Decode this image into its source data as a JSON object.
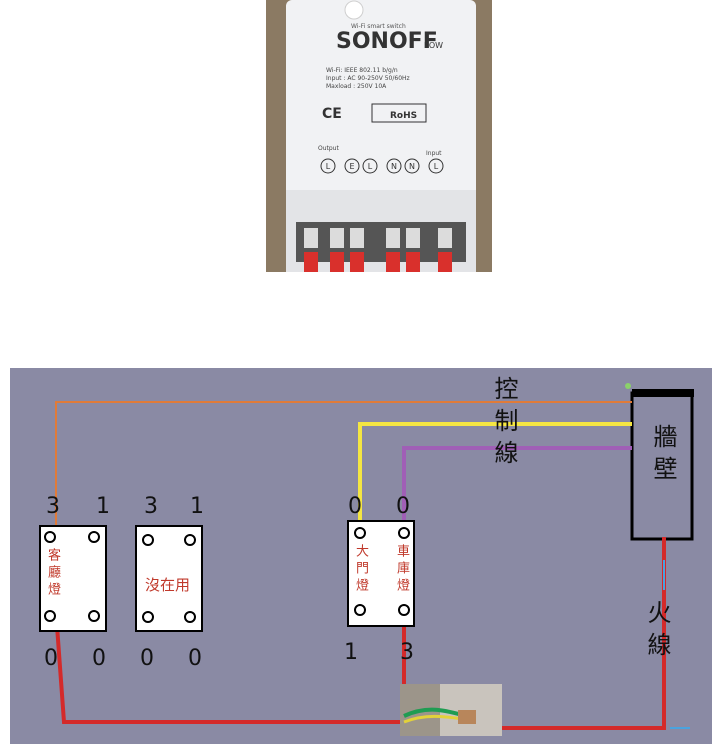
{
  "photo": {
    "brand": "SONOFF",
    "model": "POW",
    "tagline": "Wi-Fi smart switch",
    "spec_lines": [
      "Wi-Fi: IEEE 802.11 b/g/n",
      "Input : AC 90-250V 50/60Hz",
      "Maxload : 250V 10A"
    ],
    "ce": "CE",
    "rohs": "RoHS",
    "output_label": "Output",
    "input_label": "Input",
    "terminals": [
      "L",
      "E",
      "L",
      "N",
      "N",
      "L"
    ]
  },
  "labels": {
    "control_wire": "控制線",
    "wall": "牆壁",
    "live_wire": "火線",
    "switch1_name": "客廳燈",
    "switch2_name": "沒在用",
    "switch3_left": "大門燈",
    "switch3_right": "車庫燈"
  },
  "pin_numbers": {
    "sw1_top_left": "3",
    "sw1_top_right": "1",
    "sw2_top_left": "3",
    "sw2_top_right": "1",
    "sw1_bot_left": "0",
    "sw1_bot_right": "0",
    "sw2_bot_left": "0",
    "sw2_bot_right": "0",
    "sw3_top_left": "0",
    "sw3_top_right": "0",
    "sw3_bot_left": "1",
    "sw3_bot_right": "3"
  },
  "colors": {
    "board": "#8a8aa4",
    "orange_wire": "#e07b39",
    "yellow_wire": "#f5e642",
    "purple_wire": "#a05fb6",
    "red_wire": "#d42a2a",
    "blue_wire": "#4aa3df"
  }
}
